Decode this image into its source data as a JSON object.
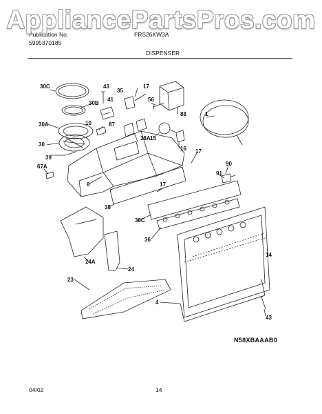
{
  "watermark": "AppliancePartsPros.com",
  "header": {
    "publication_label": "Publication No.",
    "publication_number": "5995370185",
    "model": "FRS26KW3A",
    "section": "DISPENSER"
  },
  "diagram": {
    "callouts": [
      "30C",
      "43",
      "35",
      "17",
      "41",
      "30B",
      "56",
      "88",
      "1",
      "30A",
      "10",
      "38A",
      "87",
      "15",
      "16",
      "30",
      "39",
      "17",
      "67A",
      "90",
      "91",
      "8",
      "17",
      "38",
      "38C",
      "36",
      "14",
      "24A",
      "24",
      "23",
      "4",
      "43"
    ],
    "code": "N58XBAAAB0"
  },
  "footer": {
    "date": "04/02",
    "page": "14"
  }
}
